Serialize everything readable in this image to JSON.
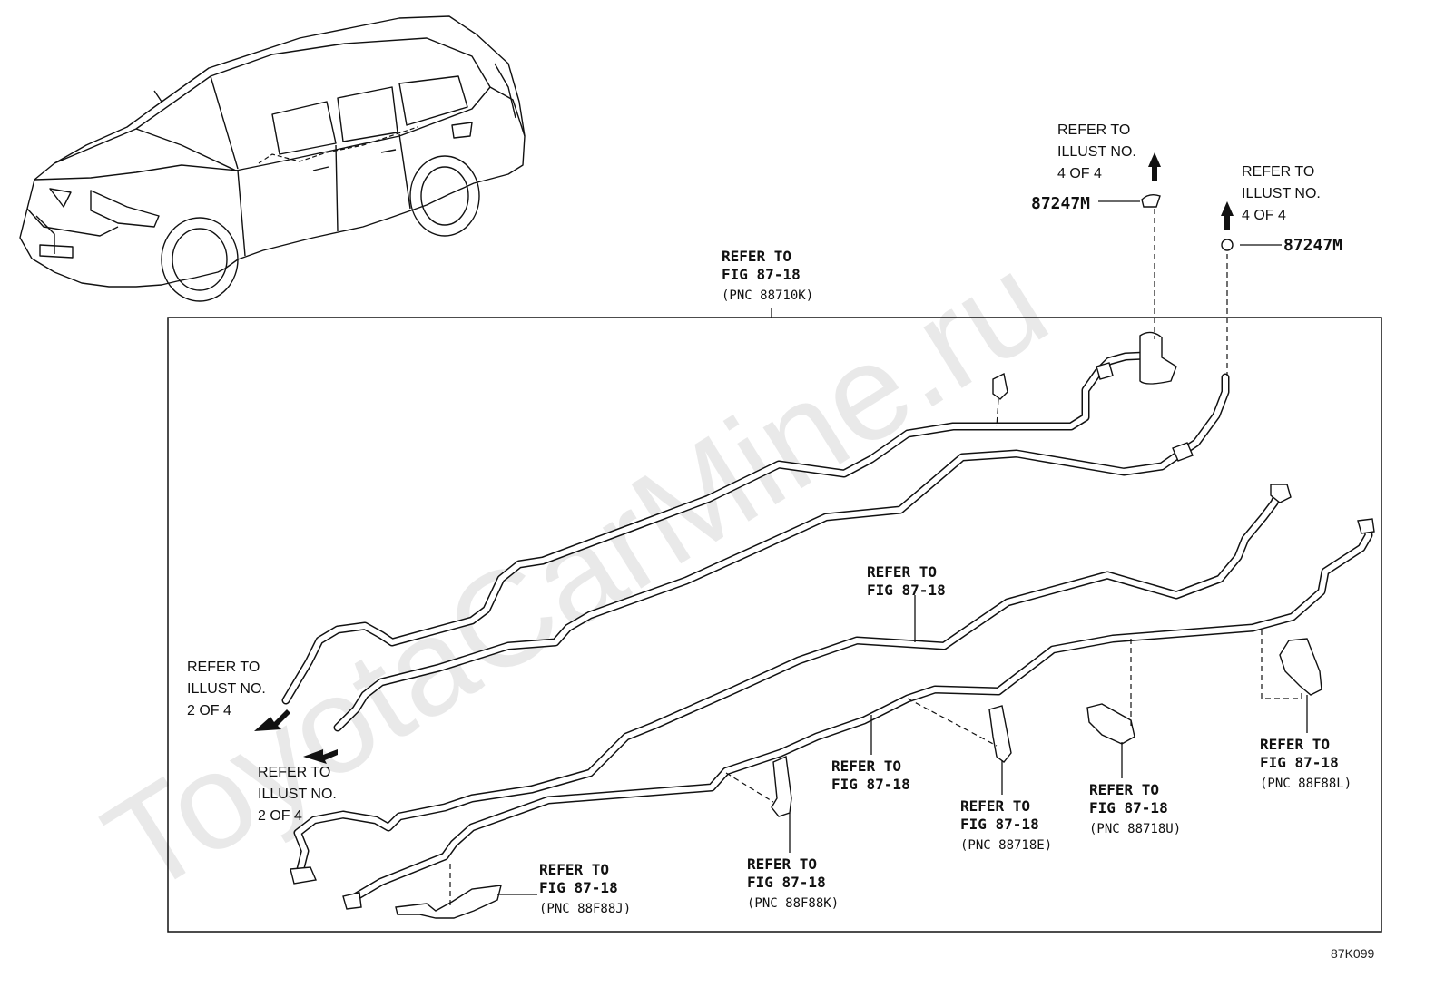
{
  "watermark": "ToyotaCarMine.ru",
  "diagram_code": "87K099",
  "part_numbers": {
    "clamp_left": "87247M",
    "clamp_right": "87247M"
  },
  "refs": {
    "top_left_illust": [
      "REFER TO",
      "ILLUST NO.",
      "4 OF 4"
    ],
    "top_right_illust": [
      "REFER TO",
      "ILLUST NO.",
      "4 OF 4"
    ],
    "main_fig": [
      "REFER TO",
      "FIG 87-18",
      "(PNC 88710K)"
    ],
    "left_illust_1": [
      "REFER TO",
      "ILLUST NO.",
      "2 OF 4"
    ],
    "left_illust_2": [
      "REFER TO",
      "ILLUST NO.",
      "2 OF 4"
    ],
    "mid_fig": [
      "REFER TO",
      "FIG 87-18"
    ],
    "lower_mid_fig": [
      "REFER TO",
      "FIG 87-18"
    ],
    "pnc_88718e": [
      "REFER TO",
      "FIG 87-18",
      "(PNC 88718E)"
    ],
    "pnc_88718u": [
      "REFER TO",
      "FIG 87-18",
      "(PNC 88718U)"
    ],
    "pnc_88f88l": [
      "REFER TO",
      "FIG 87-18",
      "(PNC 88F88L)"
    ],
    "pnc_88f88j": [
      "REFER TO",
      "FIG 87-18",
      "(PNC 88F88J)"
    ],
    "pnc_88f88k": [
      "REFER TO",
      "FIG 87-18",
      "(PNC 88F88K)"
    ]
  }
}
